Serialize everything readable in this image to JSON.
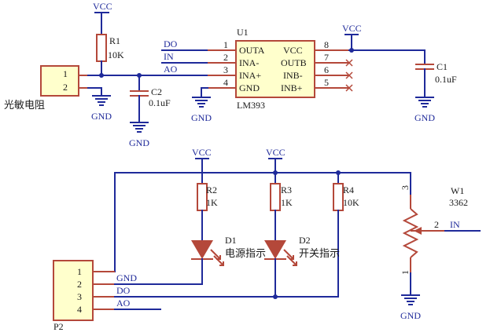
{
  "vcc_label": "VCC",
  "gnd_label": "GND",
  "photoresistor": {
    "label": "光敏电阻",
    "pin1": "1",
    "pin2": "2"
  },
  "r1": {
    "ref": "R1",
    "value": "10K"
  },
  "c2": {
    "ref": "C2",
    "value": "0.1uF"
  },
  "c1": {
    "ref": "C1",
    "value": "0.1uF"
  },
  "u1": {
    "ref": "U1",
    "part": "LM393",
    "left_pins": [
      {
        "num": "1",
        "name": "OUTA",
        "net": "DO"
      },
      {
        "num": "2",
        "name": "INA-",
        "net": "IN"
      },
      {
        "num": "3",
        "name": "INA+",
        "net": "AO"
      },
      {
        "num": "4",
        "name": "GND",
        "net": ""
      }
    ],
    "right_pins": [
      {
        "num": "8",
        "name": "VCC"
      },
      {
        "num": "7",
        "name": "OUTB"
      },
      {
        "num": "6",
        "name": "INB-"
      },
      {
        "num": "5",
        "name": "INB+"
      }
    ]
  },
  "r2": {
    "ref": "R2",
    "value": "1K"
  },
  "r3": {
    "ref": "R3",
    "value": "1K"
  },
  "r4": {
    "ref": "R4",
    "value": "10K"
  },
  "d1": {
    "ref": "D1",
    "desc": "电源指示"
  },
  "d2": {
    "ref": "D2",
    "desc": "开关指示"
  },
  "w1": {
    "ref": "W1",
    "value": "3362",
    "pin1": "1",
    "pin2": "2",
    "pin3": "3",
    "net": "IN"
  },
  "p2": {
    "ref": "P2",
    "pins": [
      {
        "num": "1",
        "net": ""
      },
      {
        "num": "2",
        "net": "GND"
      },
      {
        "num": "3",
        "net": "DO"
      },
      {
        "num": "4",
        "net": "AO"
      }
    ]
  }
}
